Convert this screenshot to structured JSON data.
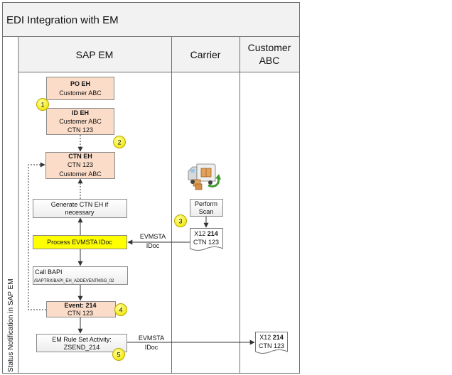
{
  "title": "EDI Integration with EM",
  "pool_label": "Status Notification in SAP EM",
  "lanes": {
    "sap": "SAP EM",
    "carrier": "Carrier",
    "customer_line1": "Customer",
    "customer_line2": "ABC"
  },
  "boxes": {
    "po_eh": {
      "bold": "PO EH",
      "line2": "Customer ABC"
    },
    "id_eh": {
      "bold": "ID EH",
      "line2": "Customer ABC",
      "line3": "CTN 123"
    },
    "ctn_eh": {
      "bold": "CTN EH",
      "line2": "CTN 123",
      "line3": "Customer ABC"
    },
    "generate": {
      "line1": "Generate CTN EH if",
      "line2": "necessary"
    },
    "process": {
      "line1": "Process EVMSTA IDoc"
    },
    "bapi": {
      "line1": "Call BAPI",
      "line2": "/SAPTRX/BAPI_EH_ADDEVENTMSG_02"
    },
    "event": {
      "bold": "Event: 214",
      "line2": "CTN 123"
    },
    "ruleset": {
      "line1": "EM Rule Set Activity:",
      "line2": "ZSEND_214"
    },
    "perform_scan": {
      "line1": "Perform",
      "line2": "Scan"
    }
  },
  "documents": {
    "carrier_doc": {
      "prefix": "X12 ",
      "bold": "214",
      "line2": "CTN 123"
    },
    "customer_doc": {
      "prefix": "X12 ",
      "bold": "214",
      "line2": "CTN 123"
    }
  },
  "flow_labels": {
    "evmsta_1": {
      "line1": "EVMSTA",
      "line2": "IDoc"
    },
    "evmsta_2": {
      "line1": "EVMSTA",
      "line2": "IDoc"
    }
  },
  "badges": [
    "1",
    "2",
    "3",
    "4",
    "5"
  ],
  "icons": {
    "truck": "delivery-truck-icon"
  },
  "colors": {
    "eh_box_fill": "#FBDCC8",
    "step_box_fill": "#EDEDED",
    "highlight_fill": "#FFFF00",
    "badge_fill": "#FFF200",
    "header_fill": "#F2F2F2",
    "line": "#555555"
  }
}
